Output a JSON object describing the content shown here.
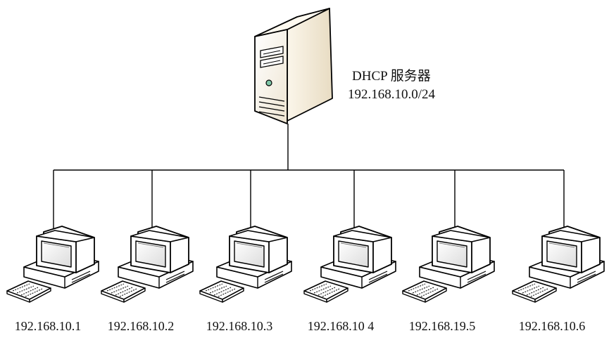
{
  "server": {
    "title": "DHCP 服务器",
    "subnet": "192.168.10.0/24",
    "icon": "server-tower-icon"
  },
  "clients": [
    {
      "ip": "192.168.10.1",
      "icon": "desktop-computer-icon"
    },
    {
      "ip": "192.168.10.2",
      "icon": "desktop-computer-icon"
    },
    {
      "ip": "192.168.10.3",
      "icon": "desktop-computer-icon"
    },
    {
      "ip": "192.168.10 4",
      "icon": "desktop-computer-icon"
    },
    {
      "ip": "192.168.19.5",
      "icon": "desktop-computer-icon"
    },
    {
      "ip": "192.168.10.6",
      "icon": "desktop-computer-icon"
    }
  ],
  "colors": {
    "line": "#000000",
    "device_fill": "#ffffff",
    "device_stroke": "#000000",
    "screen_fill": "#f2f2f2",
    "server_shade": "#f6efe0",
    "led": "#7fc7a8"
  }
}
